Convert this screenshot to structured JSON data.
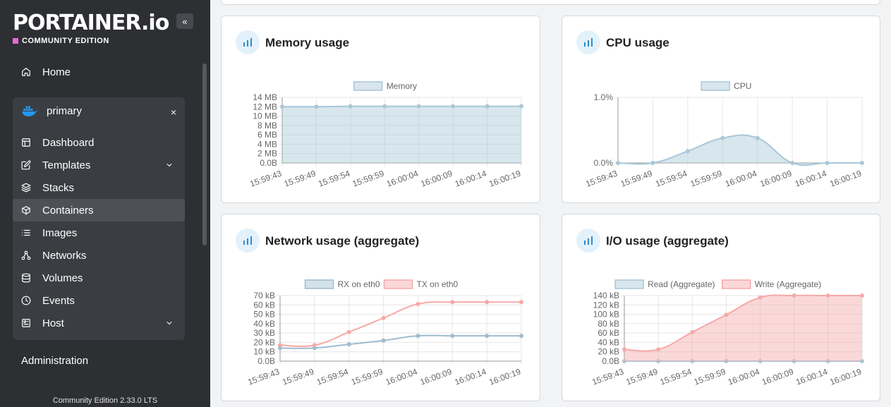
{
  "sidebar": {
    "logo": "PORTAINER.io",
    "edition": "COMMUNITY EDITION",
    "collapse_glyph": "«",
    "home": "Home",
    "env_name": "primary",
    "env_close": "×",
    "items": [
      {
        "label": "Dashboard",
        "icon": "layout-icon"
      },
      {
        "label": "Templates",
        "icon": "edit-icon",
        "expandable": true
      },
      {
        "label": "Stacks",
        "icon": "layers-icon"
      },
      {
        "label": "Containers",
        "icon": "box-icon",
        "active": true
      },
      {
        "label": "Images",
        "icon": "list-icon"
      },
      {
        "label": "Networks",
        "icon": "network-icon"
      },
      {
        "label": "Volumes",
        "icon": "database-icon"
      },
      {
        "label": "Events",
        "icon": "clock-icon"
      },
      {
        "label": "Host",
        "icon": "host-icon",
        "expandable": true
      }
    ],
    "admin": "Administration",
    "version": "Community Edition 2.33.0 LTS"
  },
  "cards": {
    "memory": {
      "title": "Memory usage"
    },
    "cpu": {
      "title": "CPU usage"
    },
    "network": {
      "title": "Network usage (aggregate)"
    },
    "io": {
      "title": "I/O usage (aggregate)"
    }
  },
  "chart_data": [
    {
      "type": "area",
      "id": "memory",
      "categories": [
        "15:59:43",
        "15:59:49",
        "15:59:54",
        "15:59:59",
        "16:00:04",
        "16:00:09",
        "16:00:14",
        "16:00:19"
      ],
      "yticks": [
        "14 MB",
        "12 MB",
        "10 MB",
        "8 MB",
        "6 MB",
        "4 MB",
        "2 MB",
        "0.0B"
      ],
      "ylim": [
        0,
        14
      ],
      "series": [
        {
          "name": "Memory",
          "values": [
            12.0,
            12.0,
            12.1,
            12.1,
            12.1,
            12.1,
            12.1,
            12.1
          ],
          "color": "#a9c7d8"
        }
      ]
    },
    {
      "type": "area",
      "id": "cpu",
      "categories": [
        "15:59:43",
        "15:59:49",
        "15:59:54",
        "15:59:59",
        "16:00:04",
        "16:00:09",
        "16:00:14",
        "16:00:19"
      ],
      "yticks": [
        "1.0%",
        "0.0%"
      ],
      "ylim": [
        0,
        1.0
      ],
      "series": [
        {
          "name": "CPU",
          "values": [
            0,
            0,
            0.18,
            0.38,
            0.38,
            0,
            0,
            0
          ],
          "color": "#a9c7d8"
        }
      ]
    },
    {
      "type": "line",
      "id": "network",
      "categories": [
        "15:59:43",
        "15:59:49",
        "15:59:54",
        "15:59:59",
        "16:00:04",
        "16:00:09",
        "16:00:14",
        "16:00:19"
      ],
      "yticks": [
        "70 kB",
        "60 kB",
        "50 kB",
        "40 kB",
        "30 kB",
        "20 kB",
        "10 kB",
        "0.0B"
      ],
      "ylim": [
        0,
        70
      ],
      "series": [
        {
          "name": "RX on eth0",
          "values": [
            14,
            14,
            18,
            22,
            27,
            27,
            27,
            27
          ],
          "color": "#9fbccf"
        },
        {
          "name": "TX on eth0",
          "values": [
            17,
            17,
            31,
            46,
            61,
            63,
            63,
            63
          ],
          "color": "#f7a8a8"
        }
      ]
    },
    {
      "type": "area",
      "id": "io",
      "categories": [
        "15:59:43",
        "15:59:49",
        "15:59:54",
        "15:59:59",
        "16:00:04",
        "16:00:09",
        "16:00:14",
        "16:00:19"
      ],
      "yticks": [
        "140 kB",
        "120 kB",
        "100 kB",
        "80 kB",
        "60 kB",
        "40 kB",
        "20 kB",
        "0.0B"
      ],
      "ylim": [
        0,
        140
      ],
      "series": [
        {
          "name": "Read (Aggregate)",
          "values": [
            0,
            0,
            0,
            0,
            0,
            0,
            0,
            0
          ],
          "color": "#a9c7d8"
        },
        {
          "name": "Write (Aggregate)",
          "values": [
            25,
            25,
            62,
            99,
            136,
            140,
            140,
            140
          ],
          "color": "#f7a8a8"
        }
      ]
    }
  ]
}
